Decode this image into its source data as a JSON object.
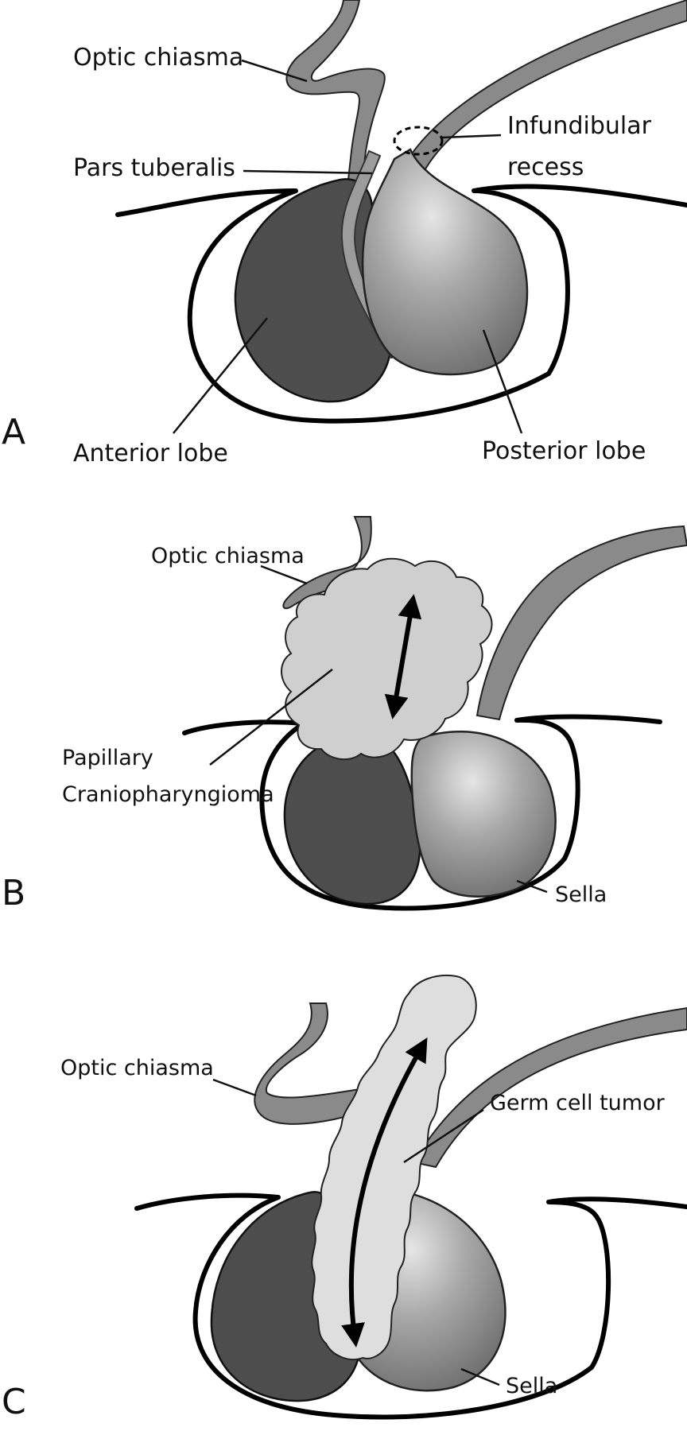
{
  "panels": [
    {
      "letter": "A",
      "labels": {
        "optic_chiasma": "Optic chiasma",
        "pars_tuberalis": "Pars tuberalis",
        "infundibular": "Infundibular",
        "recess": "recess",
        "anterior_lobe": "Anterior lobe",
        "posterior_lobe": "Posterior lobe"
      }
    },
    {
      "letter": "B",
      "labels": {
        "optic_chiasma": "Optic chiasma",
        "papillary": "Papillary",
        "craniopharyngioma": "Craniopharyngioma",
        "sella": "Sella"
      }
    },
    {
      "letter": "C",
      "labels": {
        "optic_chiasma": "Optic chiasma",
        "germ_cell_tumor": "Germ cell tumor",
        "sella": "Sella"
      }
    }
  ],
  "colors": {
    "anterior_lobe": "#4d4d4d",
    "posterior_lobe": "#8c8c8c",
    "stalk": "#8a8a8a",
    "tumor": "#cfcfcf",
    "germ_tumor": "#dedede",
    "outline": "#000000"
  }
}
